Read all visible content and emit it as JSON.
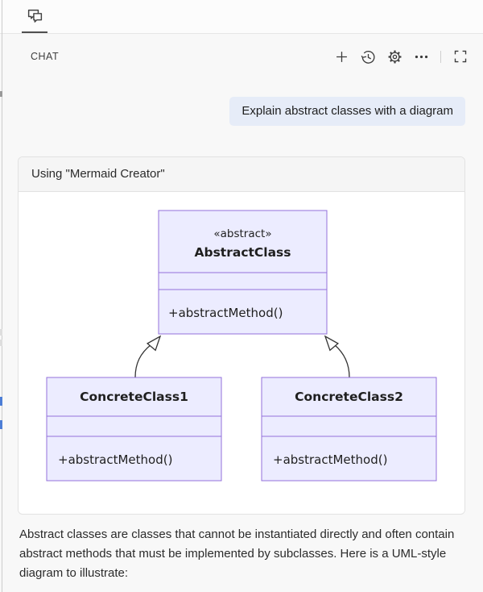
{
  "panel": {
    "tab": {
      "icon": "comment-discussion-icon"
    },
    "header": {
      "title": "CHAT",
      "toolbar_icons": [
        "plus-icon",
        "history-icon",
        "gear-icon",
        "ellipsis-icon",
        "expand-icon"
      ]
    }
  },
  "conversation": {
    "user_message": "Explain abstract classes with a diagram",
    "tool_usage": {
      "header": "Using \"Mermaid Creator\""
    },
    "assistant_text": "Abstract classes are classes that cannot be instantiated directly and often contain abstract methods that must be implemented by subclasses. Here is a UML-style diagram to illustrate:"
  },
  "diagram": {
    "type": "uml_class_diagram",
    "classes": [
      {
        "stereotype": "«abstract»",
        "name": "AbstractClass",
        "attributes": [],
        "methods": [
          "+abstractMethod()"
        ]
      },
      {
        "stereotype": "",
        "name": "ConcreteClass1",
        "attributes": [],
        "methods": [
          "+abstractMethod()"
        ]
      },
      {
        "stereotype": "",
        "name": "ConcreteClass2",
        "attributes": [],
        "methods": [
          "+abstractMethod()"
        ]
      }
    ],
    "relations": [
      {
        "from": "ConcreteClass1",
        "to": "AbstractClass",
        "type": "inheritance"
      },
      {
        "from": "ConcreteClass2",
        "to": "AbstractClass",
        "type": "inheritance"
      }
    ],
    "colors": {
      "node_fill": "#ececff",
      "node_border": "#9370db",
      "edge": "#333333",
      "decoration_blue": "#4d7ed6"
    }
  }
}
